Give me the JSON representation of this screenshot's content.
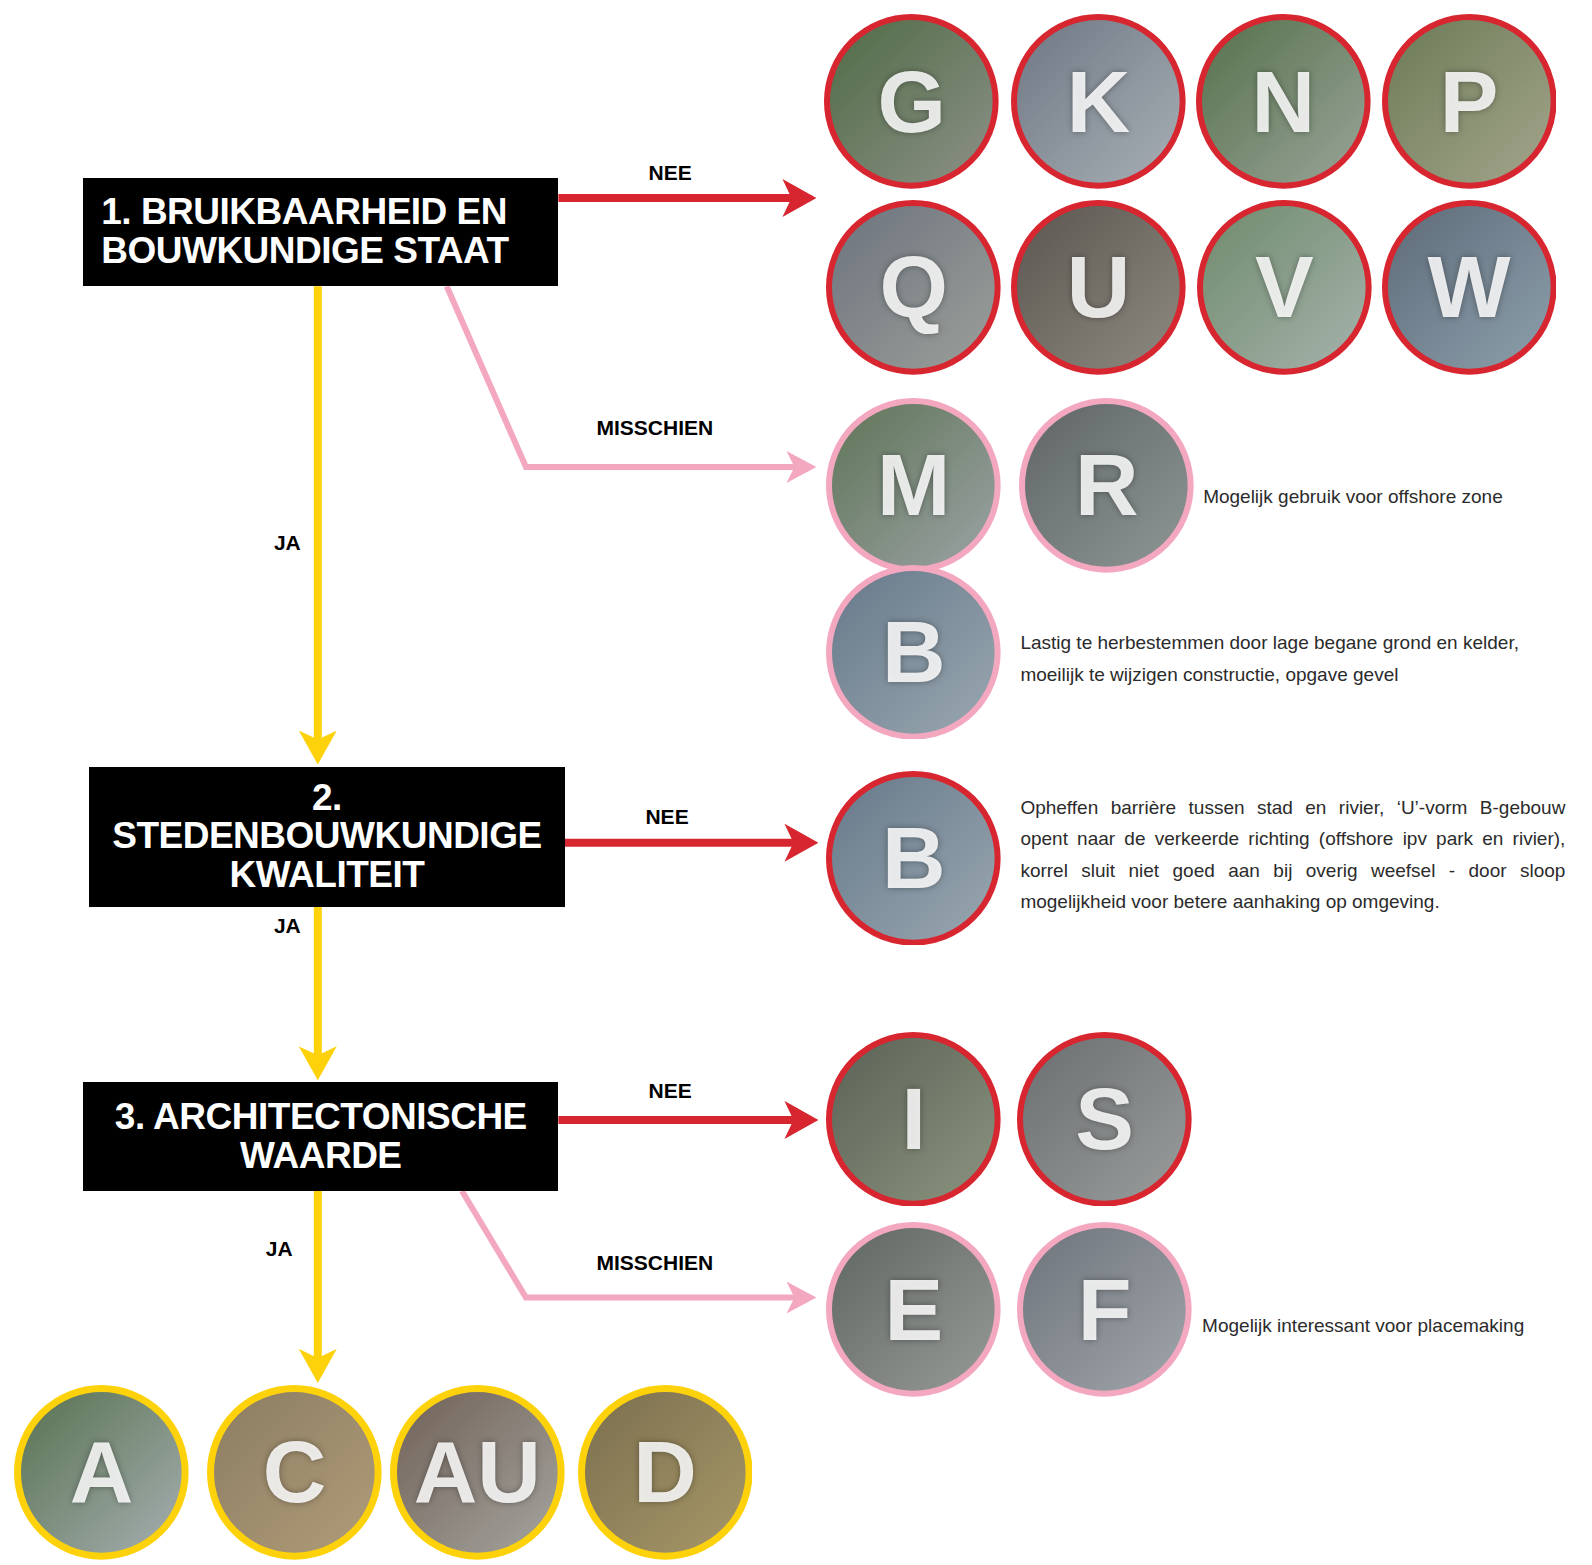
{
  "diagram": {
    "nodes": [
      {
        "text": [
          "1. BRUIKBAARHEID EN BOUWKUNDIGE STAAT"
        ]
      },
      {
        "text": [
          "G"
        ]
      },
      {
        "text": [
          "K"
        ]
      },
      {
        "text": [
          "N"
        ]
      },
      {
        "text": [
          "P"
        ]
      },
      {
        "text": [
          "Q"
        ]
      },
      {
        "text": [
          "U"
        ]
      },
      {
        "text": [
          "V"
        ]
      },
      {
        "text": [
          "W"
        ]
      },
      {
        "text": [
          "M"
        ]
      },
      {
        "text": [
          "R"
        ]
      },
      {
        "text": [
          "B"
        ]
      },
      {
        "text": [
          "2. STEDENBOUWKUNDIGE KWALITEIT"
        ]
      },
      {
        "text": [
          "B"
        ]
      },
      {
        "text": [
          "3. ARCHITECTONISCHE WAARDE"
        ]
      },
      {
        "text": [
          "I"
        ]
      },
      {
        "text": [
          "S"
        ]
      },
      {
        "text": [
          "E"
        ]
      },
      {
        "text": [
          "F"
        ]
      },
      {
        "text": [
          "A"
        ]
      },
      {
        "text": [
          "C"
        ]
      },
      {
        "text": [
          "AU"
        ]
      },
      {
        "text": [
          "D"
        ]
      }
    ],
    "edges": [
      {
        "from": 0,
        "to": 1,
        "arrow": "to",
        "label": "NEE"
      },
      {
        "from": 0,
        "to": 9,
        "arrow": "to",
        "label": "MISSCHIEN"
      },
      {
        "from": 0,
        "to": 12,
        "arrow": "to",
        "label": "JA"
      },
      {
        "from": 12,
        "to": 13,
        "arrow": "to",
        "label": "NEE"
      },
      {
        "from": 12,
        "to": 14,
        "arrow": "to",
        "label": "JA"
      },
      {
        "from": 14,
        "to": 15,
        "arrow": "to",
        "label": "NEE"
      },
      {
        "from": 14,
        "to": 17,
        "arrow": "to",
        "label": "MISSCHIEN"
      },
      {
        "from": 14,
        "to": 20,
        "arrow": "to",
        "label": "JA"
      }
    ],
    "labels": [
      "Mogelijk gebruik voor offshore zone",
      "Lastig te herbestemmen door lage begane grond en kelder, moeilijk te wijzigen constructie, opgave gevel",
      "Opheffen barrière tussen stad en rivier, ‘U’-vorm B-gebouw opent naar de verkeerde richting (offshore ipv park en rivier), korrel sluit niet goed aan bij overig weefsel - door sloop mogelijkheid voor betere aanhaking op omgeving.",
      "Mogelijk interessant voor placemaking"
    ]
  }
}
